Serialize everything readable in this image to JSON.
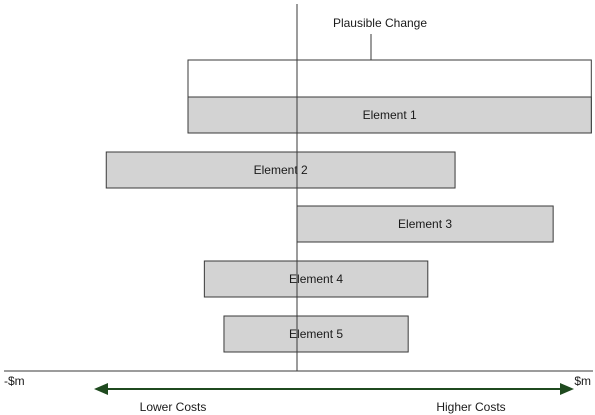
{
  "chart_data": {
    "type": "bar",
    "title": "Plausible Change",
    "categories": [
      "Element 1",
      "Element 2",
      "Element 3",
      "Element 4",
      "Element 5"
    ],
    "axis": {
      "left_label": "-$m",
      "right_label": "$m",
      "lower_label": "Lower Costs",
      "higher_label": "Higher Costs"
    },
    "series": [
      {
        "values": [
          {
            "label": "Element 1",
            "low": -1.0,
            "high": 2.7
          },
          {
            "label": "Element 2",
            "low": -1.75,
            "high": 1.45
          },
          {
            "label": "Element 3",
            "low": 0.0,
            "high": 2.35
          },
          {
            "label": "Element 4",
            "low": -0.85,
            "high": 1.2
          },
          {
            "label": "Element 5",
            "low": -0.67,
            "high": 1.02
          }
        ]
      }
    ],
    "total_range": {
      "low": -1.0,
      "high": 2.7
    },
    "colors": {
      "bar_fill": "#d3d3d3",
      "total_fill": "#ffffff",
      "stroke": "#3a3a3a",
      "arrow": "#1f4a1f",
      "axis_line": "#3a3a3a"
    }
  }
}
